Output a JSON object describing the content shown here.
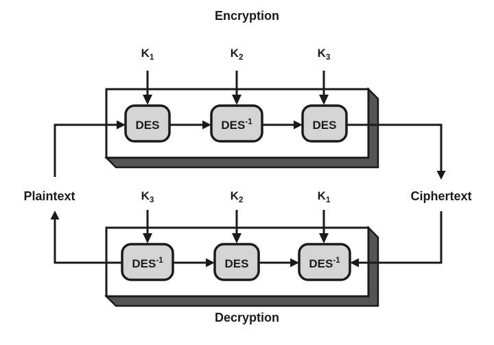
{
  "figure": {
    "encryption_section": {
      "title": "Encryption",
      "keys": [
        {
          "base": "K",
          "sub": "1"
        },
        {
          "base": "K",
          "sub": "2"
        },
        {
          "base": "K",
          "sub": "3"
        }
      ],
      "stages": [
        {
          "name": "DES",
          "exp": ""
        },
        {
          "name": "DES",
          "exp": "-1"
        },
        {
          "name": "DES",
          "exp": ""
        }
      ]
    },
    "decryption_section": {
      "title": "Decryption",
      "keys": [
        {
          "base": "K",
          "sub": "3"
        },
        {
          "base": "K",
          "sub": "2"
        },
        {
          "base": "K",
          "sub": "1"
        }
      ],
      "stages": [
        {
          "name": "DES",
          "exp": "-1"
        },
        {
          "name": "DES",
          "exp": ""
        },
        {
          "name": "DES",
          "exp": "-1"
        }
      ]
    },
    "labels": {
      "plaintext": "Plaintext",
      "ciphertext": "Ciphertext"
    },
    "colors": {
      "stage_fill": "#d4d4d4",
      "container_face": "#ffffff",
      "container_depth": "#555555",
      "line": "#1a1a1a",
      "background": "#ffffff"
    }
  }
}
